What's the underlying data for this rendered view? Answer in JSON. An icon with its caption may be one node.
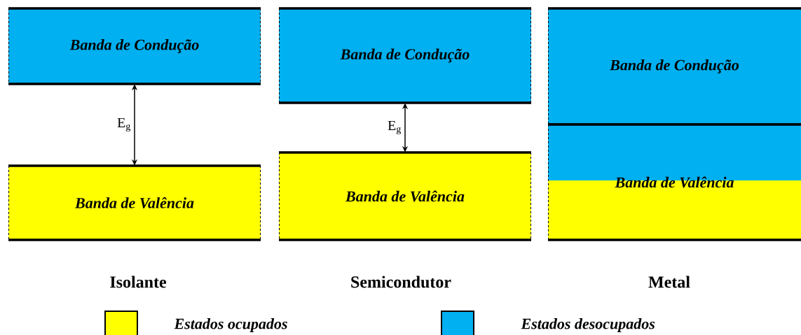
{
  "diagram": {
    "nodes": [
      {
        "text": [
          "Banda de Condução"
        ]
      },
      {
        "text": [
          "Banda de Valência"
        ]
      },
      {
        "text": [
          "Banda de Condução"
        ]
      },
      {
        "text": [
          "Banda de Valência"
        ]
      },
      {
        "text": [
          "Banda de Condução"
        ]
      },
      {
        "text": [
          "Banda de Valência"
        ]
      }
    ],
    "edges": [
      {
        "from": 0,
        "to": 1,
        "arrow": "both",
        "label": "E$_{g}$"
      },
      {
        "from": 2,
        "to": 3,
        "arrow": "both",
        "label": "E$_{g}$"
      }
    ],
    "labels": [
      "Isolante",
      "Semicondutor",
      "Metal"
    ],
    "legend": [
      {
        "text": "Estados ocupados",
        "color": "#ffff00"
      },
      {
        "text": "Estados desocupados",
        "color": "#00b0f0"
      }
    ]
  }
}
